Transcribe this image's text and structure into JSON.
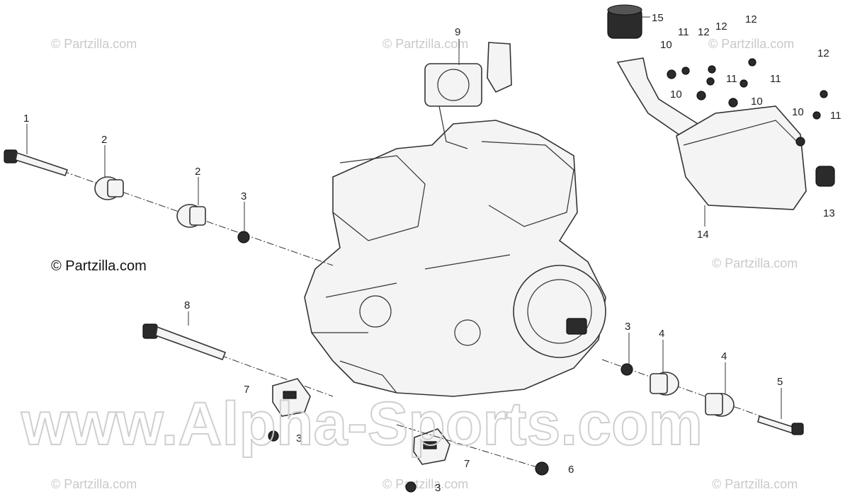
{
  "watermarks": {
    "partzilla": "© Partzilla.com",
    "main": "© Partzilla.com",
    "alpha": "www.Alpha-Sports.com"
  },
  "callouts": {
    "c1": "1",
    "c2a": "2",
    "c2b": "2",
    "c3a": "3",
    "c3b": "3",
    "c3c": "3",
    "c3d": "3",
    "c4a": "4",
    "c4b": "4",
    "c5": "5",
    "c6": "6",
    "c7a": "7",
    "c7b": "7",
    "c8": "8",
    "c9": "9",
    "c10a": "10",
    "c10b": "10",
    "c10c": "10",
    "c10d": "10",
    "c11a": "11",
    "c11b": "11",
    "c11c": "11",
    "c11d": "11",
    "c12a": "12",
    "c12b": "12",
    "c12c": "12",
    "c12d": "12",
    "c13": "13",
    "c14": "14",
    "c15": "15"
  }
}
